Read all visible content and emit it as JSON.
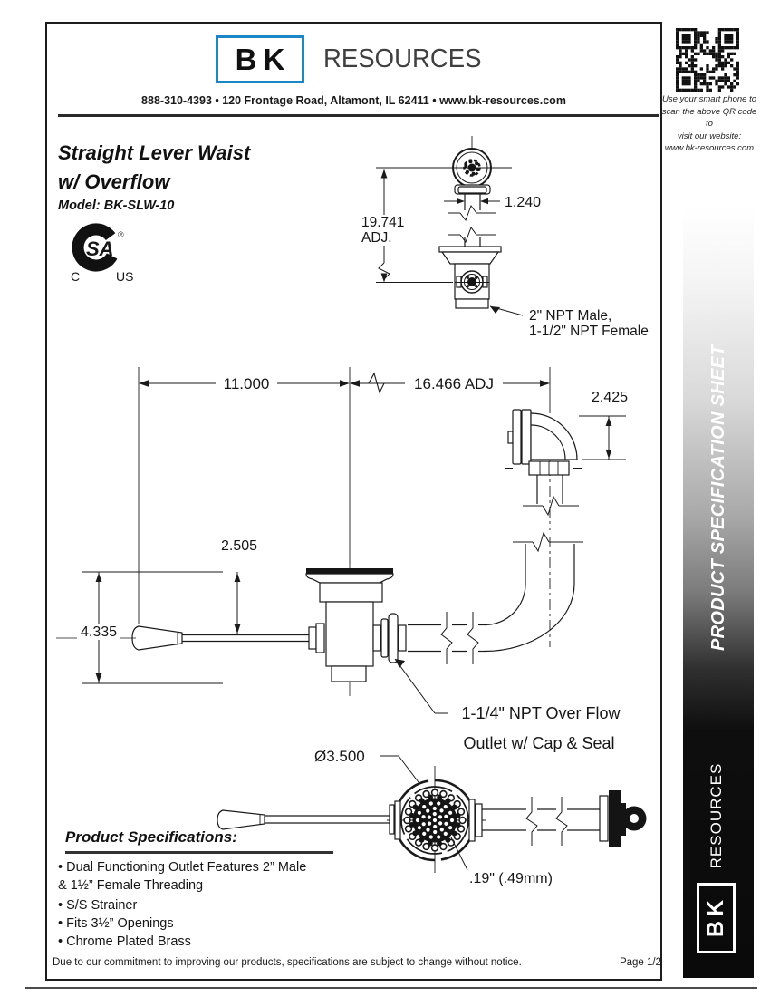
{
  "header": {
    "logo_text": "BK",
    "brand": "RESOURCES",
    "contact_line": "888-310-4393  • 120 Frontage Road, Altamont, IL 62411  •  www.bk-resources.com"
  },
  "colors": {
    "brand_blue": "#1b87c9",
    "ink": "#1a1a1a"
  },
  "qr": {
    "caption_lines": [
      "Use your smart phone to",
      "scan the above QR code to",
      "visit our website:",
      "www.bk-resources.com"
    ]
  },
  "title": {
    "line1": "Straight Lever Waist",
    "line2": "w/ Overflow",
    "model": "Model: BK-SLW-10"
  },
  "certification": {
    "mark_letters": "SA",
    "registered": "®",
    "left_mark": "C",
    "right_mark": "US"
  },
  "sidebar": {
    "vertical_title": "PRODUCT SPECIFICATION SHEET",
    "brand": "RESOURCES",
    "logo_text": "BK"
  },
  "drawings": {
    "top_view": {
      "width": "1.240",
      "height": "19.741",
      "height_suffix": "ADJ.",
      "outlet_line1": "2\" NPT Male,",
      "outlet_line2": "1-1/2\" NPT Female"
    },
    "side_view": {
      "length_left": "11.000",
      "length_right": "16.466 ADJ",
      "elbow_height": "2.425",
      "lever_offset": "2.505",
      "overall_height": "4.335",
      "overflow_line1": "1-1/4\" NPT Over Flow",
      "overflow_line2": "Outlet w/ Cap & Seal"
    },
    "strainer_view": {
      "diameter": "Ø3.500",
      "hole_size": ".19\" (.49mm)"
    }
  },
  "specs": {
    "title": "Product Specifications:",
    "lines": [
      "• Dual Functioning Outlet Features 2” Male",
      "& 1½” Female Threading",
      "• S/S Strainer",
      "• Fits 3½” Openings",
      "• Chrome Plated Brass"
    ]
  },
  "footer": {
    "disclaimer": "Due to our commitment to improving our products, specifications are subject to change without notice.",
    "page": "Page 1/2"
  }
}
